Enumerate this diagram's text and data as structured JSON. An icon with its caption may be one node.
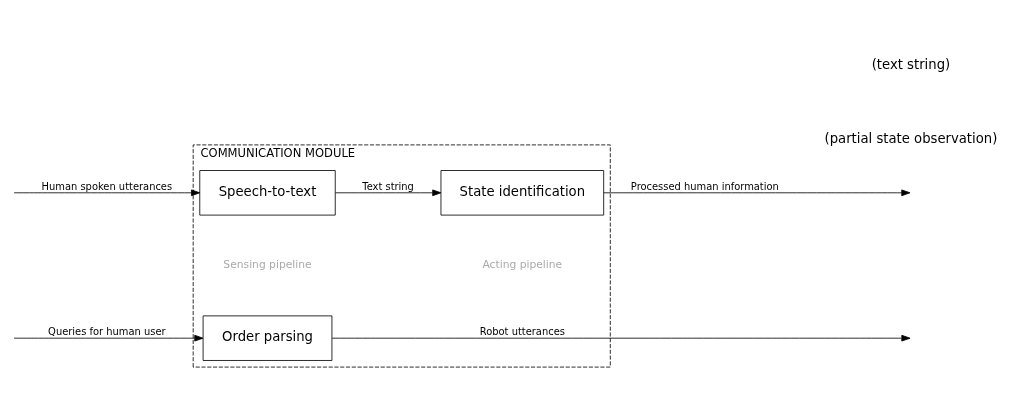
{
  "diagram": {
    "nodes": [
      {
        "text": [
          "COMMUNICATION MODULE"
        ]
      },
      {
        "text": [
          "Speech-to-text"
        ],
        "in": 0
      },
      {
        "text": [
          "State identification"
        ],
        "in": 0
      },
      {
        "text": [
          "Order parsing"
        ],
        "in": 0
      }
    ],
    "edges": [
      {
        "from": null,
        "to": 1,
        "arrow": "to",
        "label": "Human spoken utterances"
      },
      {
        "from": 1,
        "to": 2,
        "arrow": "to",
        "label": "Text string"
      },
      {
        "from": 2,
        "to": null,
        "arrow": "to",
        "label": "Processed human information"
      },
      {
        "from": 3,
        "to": null,
        "arrow": "to",
        "label": "Robot utterances"
      },
      {
        "from": null,
        "to": 3,
        "arrow": "to",
        "label": "Queries for human user"
      }
    ],
    "labels": [
      "(partial state observation)",
      "Sensing pipeline",
      "Acting pipeline",
      "(text string)"
    ]
  }
}
